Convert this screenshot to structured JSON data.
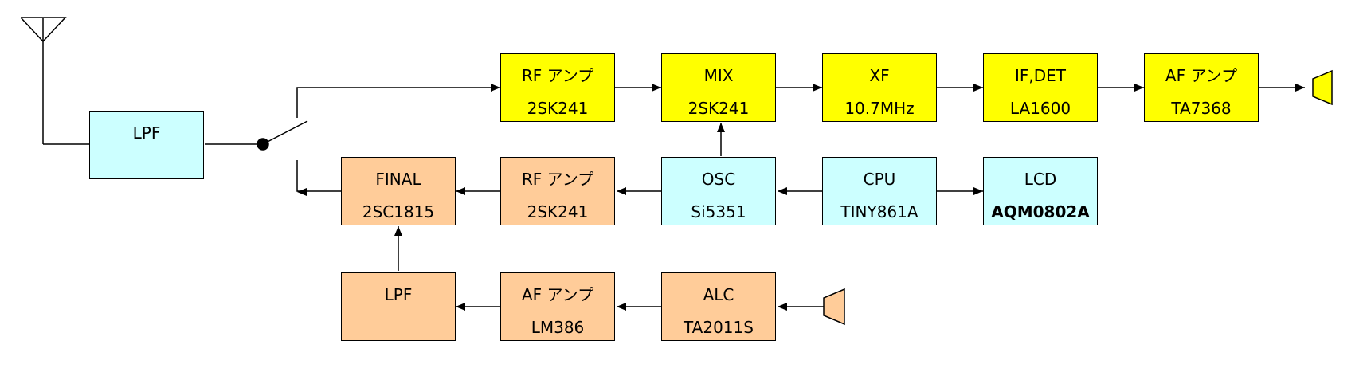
{
  "colors": {
    "rx": "#ffff00",
    "ctrl": "#ccffff",
    "tx": "#ffcc99",
    "line": "#000000"
  },
  "blocks": {
    "ant_lpf": {
      "title": "LPF",
      "part": ""
    },
    "rx_rfamp": {
      "title": "RF アンプ",
      "part": "2SK241"
    },
    "mix": {
      "title": "MIX",
      "part": "2SK241"
    },
    "xf": {
      "title": "XF",
      "part": "10.7MHz"
    },
    "ifdet": {
      "title": "IF,DET",
      "part": "LA1600"
    },
    "rx_afamp": {
      "title": "AF アンプ",
      "part": "TA7368"
    },
    "final": {
      "title": "FINAL",
      "part": "2SC1815"
    },
    "tx_rfamp": {
      "title": "RF アンプ",
      "part": "2SK241"
    },
    "osc": {
      "title": "OSC",
      "part": "Si5351"
    },
    "cpu": {
      "title": "CPU",
      "part": "TINY861A"
    },
    "lcd": {
      "title": "LCD",
      "part": "AQM0802A"
    },
    "tx_lpf": {
      "title": "LPF",
      "part": ""
    },
    "tx_afamp": {
      "title": "AF アンプ",
      "part": "LM386"
    },
    "alc": {
      "title": "ALC",
      "part": "TA2011S"
    }
  }
}
